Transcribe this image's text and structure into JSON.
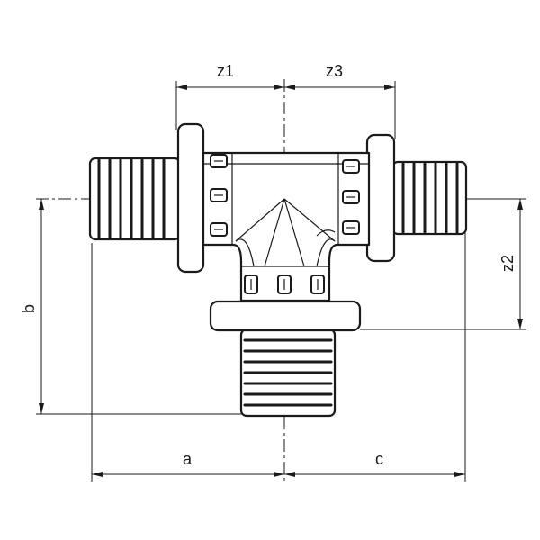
{
  "dimensions": {
    "z1": "z1",
    "z3": "z3",
    "z2": "z2",
    "a": "a",
    "b": "b",
    "c": "c"
  }
}
